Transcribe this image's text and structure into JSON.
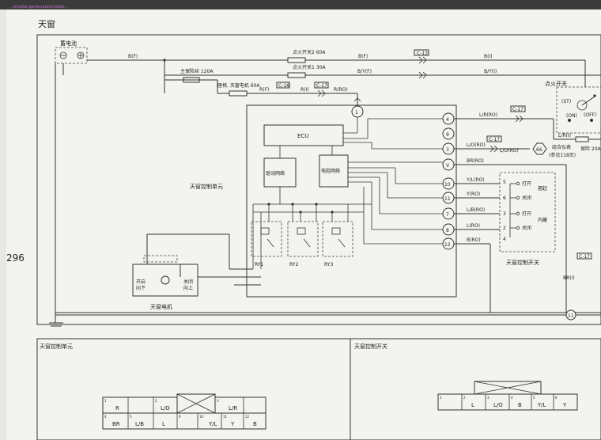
{
  "page": {
    "url_text": "...tmodel.gardenautomobile...",
    "title": "天窗",
    "page_number": "296"
  },
  "battery": {
    "label": "蓄电池"
  },
  "fuses": {
    "main": "主保险丝 120A",
    "ign2": "点火开关2 60A",
    "ign1": "点火开关1 30A",
    "sunroof": "座椅, 天窗电机 60A",
    "fuse20": "保险 20A"
  },
  "wires": {
    "bf1": "B(F)",
    "bf2": "B(F)",
    "bi": "B(I)",
    "byf": "B/Y(F)",
    "byi": "B/Y(I)",
    "rf": "R(F)",
    "ri": "R(I)",
    "rro": "R(RO)",
    "lr_ro": "L/R(RO)",
    "lr_i": "L/R(I)",
    "lo_ro1": "L/O(RO)",
    "lo_ro2": "L/O(RO)",
    "br_ro": "BR(RO)",
    "yl_ro": "Y/L(RO)",
    "y_ro": "Y(RO)",
    "lb_ro": "L/B(RO)",
    "l_ro": "L(RO)",
    "b_ro": "B(RO)",
    "br_i": "BR(I)"
  },
  "connectors": {
    "c13": "C-13",
    "c16": "C-16",
    "c17a": "C-17",
    "c17b": "C-17",
    "c17c": "C-17",
    "c17d": "C-17"
  },
  "ignition_switch": {
    "label": "点火开关",
    "positions": [
      "(ST)",
      "(ON)",
      "(OFF)"
    ]
  },
  "control_unit": {
    "label": "天窗控制单元",
    "ecu": "ECU",
    "drive_circuit": "驱动网络",
    "resistor_net": "电阻网络",
    "relays": [
      "RY1",
      "RY2",
      "RY3"
    ],
    "pins": [
      "1",
      "4",
      "9",
      "3",
      "V",
      "10",
      "11",
      "7",
      "8",
      "12"
    ]
  },
  "combination_meter": {
    "number": "66",
    "label": "组合仪表",
    "ref": "(参见118页)"
  },
  "sunroof_switch": {
    "label": "天窗控制开关",
    "pins": [
      "5",
      "6",
      "3",
      "2",
      "4"
    ],
    "positions": [
      "打开",
      "关闭",
      "打开",
      "关闭"
    ],
    "group_labels": [
      "翘起",
      "内藏"
    ]
  },
  "motor": {
    "label": "天窗电机",
    "left_labels": [
      "开启",
      "向下"
    ],
    "right_labels": [
      "关闭",
      "向上"
    ]
  },
  "splice_11": "11",
  "bottom": {
    "left_title": "天窗控制单元",
    "right_title": "天窗控制开关",
    "left_connector": {
      "nums": [
        "1",
        "2",
        "3",
        "4",
        "5",
        "9",
        "10",
        "11",
        "12"
      ],
      "wires": [
        "R",
        "L/O",
        "L/R",
        "BR",
        "L/B",
        "L",
        "Y/L",
        "Y",
        "B"
      ]
    },
    "right_connector": {
      "nums": [
        "1",
        "2",
        "3",
        "4",
        "5",
        "6"
      ],
      "wires": [
        "L",
        "L/O",
        "B",
        "Y/L",
        "Y"
      ]
    }
  }
}
